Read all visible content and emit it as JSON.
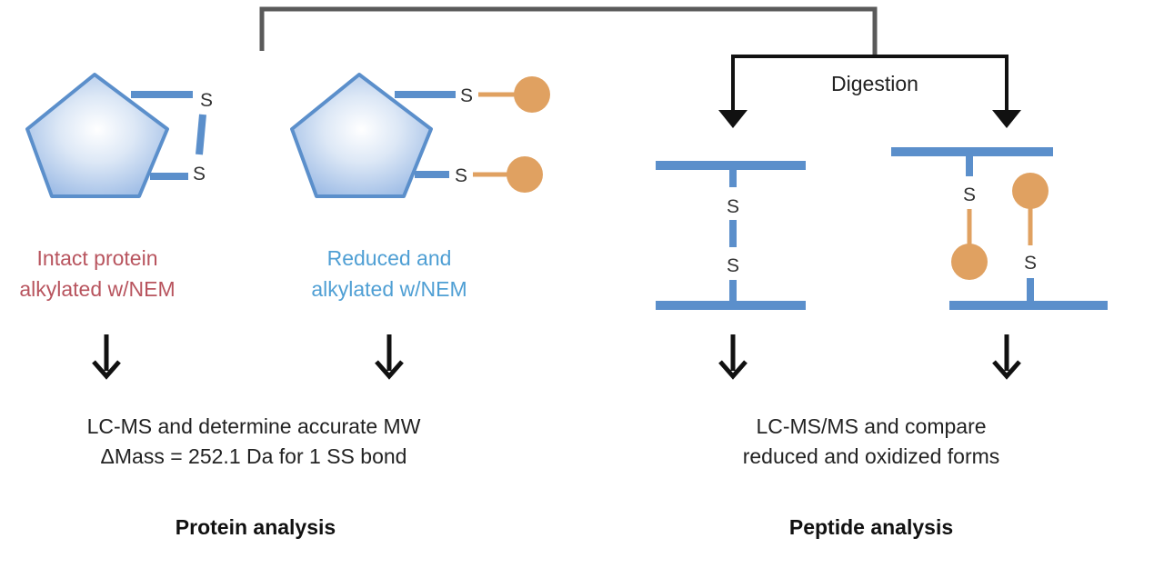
{
  "colors": {
    "bond_blue": "#5b8fcb",
    "nem_orange": "#e0a161",
    "label_red": "#b8545e",
    "label_blue": "#4f9fd4",
    "bracket_gray": "#5a5a5a",
    "arrow_black": "#111111"
  },
  "sulfur_symbol": "S",
  "digestion_label": "Digestion",
  "intact_label": {
    "line1": "Intact protein",
    "line2": "alkylated w/NEM"
  },
  "reduced_label": {
    "line1": "Reduced and",
    "line2": "alkylated w/NEM"
  },
  "protein_method": {
    "line1": "LC-MS and determine accurate MW",
    "line2": "ΔMass = 252.1 Da for 1 SS bond"
  },
  "peptide_method": {
    "line1": "LC-MS/MS and compare",
    "line2": "reduced and oxidized forms"
  },
  "protein_heading": "Protein analysis",
  "peptide_heading": "Peptide analysis",
  "icons": {
    "protein": "pentagon-protein-icon",
    "nem": "nem-ball-icon",
    "arrow": "down-arrow-icon"
  }
}
